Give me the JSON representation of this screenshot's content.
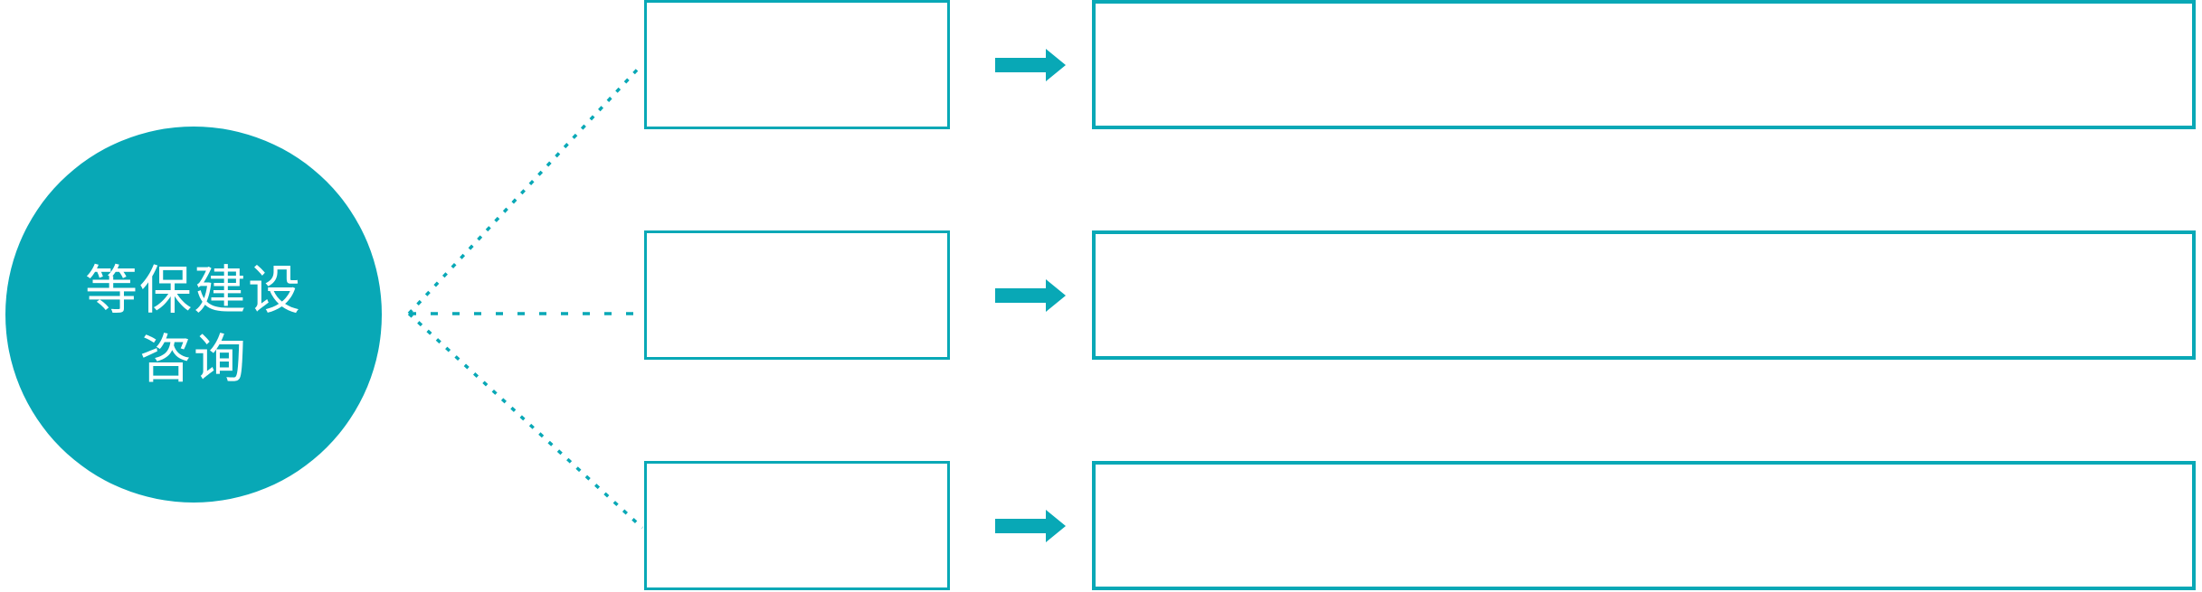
{
  "theme": {
    "accent_color": "#08a8b6",
    "canvas_background": "#ffffff",
    "circle_text_color": "#ffffff"
  },
  "circle": {
    "line1": "等保建设",
    "line2": "咨询"
  },
  "rows": [
    {
      "category_label": "",
      "description_label": ""
    },
    {
      "category_label": "",
      "description_label": ""
    },
    {
      "category_label": "",
      "description_label": ""
    }
  ],
  "icons": {
    "row_arrow": "arrow-right-icon",
    "connector": "dotted-connector-line"
  }
}
